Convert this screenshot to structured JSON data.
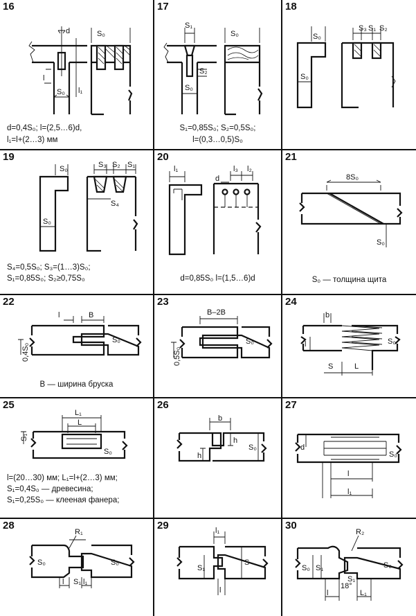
{
  "panels": [
    {
      "num": "16",
      "caption": [
        "d=0,4S₀; l=(2,5…6)d,",
        "l₁=l+(2…3) мм"
      ],
      "labels": [
        "d",
        "S₀",
        "S₀",
        "l",
        "l₁"
      ]
    },
    {
      "num": "17",
      "caption": [
        "S₁=0,85S₀; S₂=0,5S₀;",
        "l=(0,3…0,5)S₀"
      ],
      "labels": [
        "S₁",
        "S₀",
        "S₂",
        "S₀"
      ]
    },
    {
      "num": "18",
      "caption": [],
      "labels": [
        "S₀",
        "S₃",
        "S₁",
        "S₂",
        "S₀"
      ]
    },
    {
      "num": "19",
      "caption": [
        "S₄=0,5S₀; S₃=(1…3)S₀;",
        "S₁=0,85S₀; S₂≥0,75S₀"
      ],
      "labels": [
        "S₀",
        "S₃",
        "S₂",
        "S₁",
        "S₄",
        "S₀"
      ]
    },
    {
      "num": "20",
      "caption": [
        "d=0,85S₀  l=(1,5…6)d"
      ],
      "labels": [
        "l₁",
        "d",
        "l₃",
        "l₂"
      ]
    },
    {
      "num": "21",
      "caption": [
        "S₀ — толщина щита"
      ],
      "labels": [
        "8S₀",
        "S₀"
      ]
    },
    {
      "num": "22",
      "caption": [
        "B — ширина бруска"
      ],
      "labels": [
        "l",
        "B",
        "0,4S₀",
        "S₀"
      ]
    },
    {
      "num": "23",
      "caption": [],
      "labels": [
        "B–2B",
        "0,5S₀",
        "S₀"
      ]
    },
    {
      "num": "24",
      "caption": [],
      "labels": [
        "b",
        "l",
        "S₀",
        "S",
        "L"
      ]
    },
    {
      "num": "25",
      "caption": [
        "l=(20…30) мм; L₁=l+(2…3) мм;",
        "S₁=0,4S₀ — древесина;",
        "S₁=0,25S₀ — клееная фанера;"
      ],
      "labels": [
        "L₁",
        "L",
        "S₁",
        "S₀"
      ]
    },
    {
      "num": "26",
      "caption": [],
      "labels": [
        "b",
        "h",
        "h",
        "S₀"
      ]
    },
    {
      "num": "27",
      "caption": [],
      "labels": [
        "d",
        "S₀",
        "l",
        "l₁"
      ]
    },
    {
      "num": "28",
      "caption": [],
      "labels": [
        "R₁",
        "S₀",
        "S₀",
        "l",
        "S₁",
        "l₁"
      ]
    },
    {
      "num": "29",
      "caption": [],
      "labels": [
        "l₁",
        "S₁",
        "S",
        "l"
      ]
    },
    {
      "num": "30",
      "caption": [],
      "labels": [
        "R₂",
        "S₀",
        "S₁",
        "S₀",
        "l",
        "18°",
        "L₁",
        "S₁"
      ]
    }
  ]
}
